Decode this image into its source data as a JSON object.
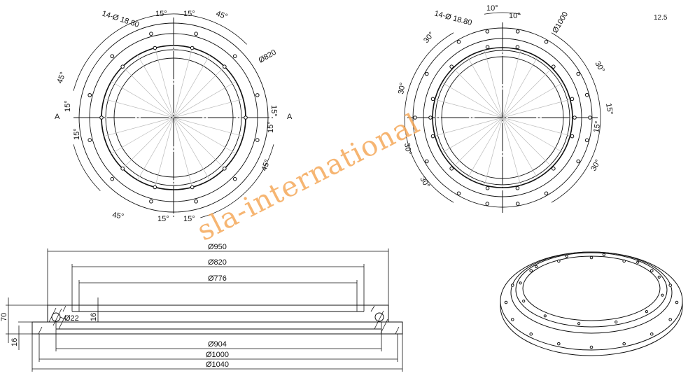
{
  "scale_label": "12.5",
  "watermark": "sla-international",
  "left_view": {
    "hole_callout": "14-Ø 18.80",
    "diameter": "Ø820",
    "section_marks": [
      "A",
      "A"
    ],
    "angles": [
      "15°",
      "15°",
      "45°",
      "45°",
      "15°",
      "15°",
      "15°",
      "15°",
      "45°",
      "45°",
      "15°",
      "15°"
    ]
  },
  "right_view": {
    "hole_callout": "14-Ø 18.80",
    "diameter": "Ø1000",
    "angles": [
      "10°",
      "10°",
      "30°",
      "30°",
      "30°",
      "15°",
      "15°",
      "30°",
      "30°",
      "30°"
    ]
  },
  "section_view": {
    "dims_top": [
      "Ø950",
      "Ø820",
      "Ø776"
    ],
    "dims_bottom": [
      "Ø904",
      "Ø1000",
      "Ø1040"
    ],
    "height": "70",
    "flange": "16",
    "step": "16",
    "ball": "Ø22"
  },
  "colors": {
    "line": "#111111",
    "center": "#999999",
    "watermark": "#f5a95a"
  }
}
